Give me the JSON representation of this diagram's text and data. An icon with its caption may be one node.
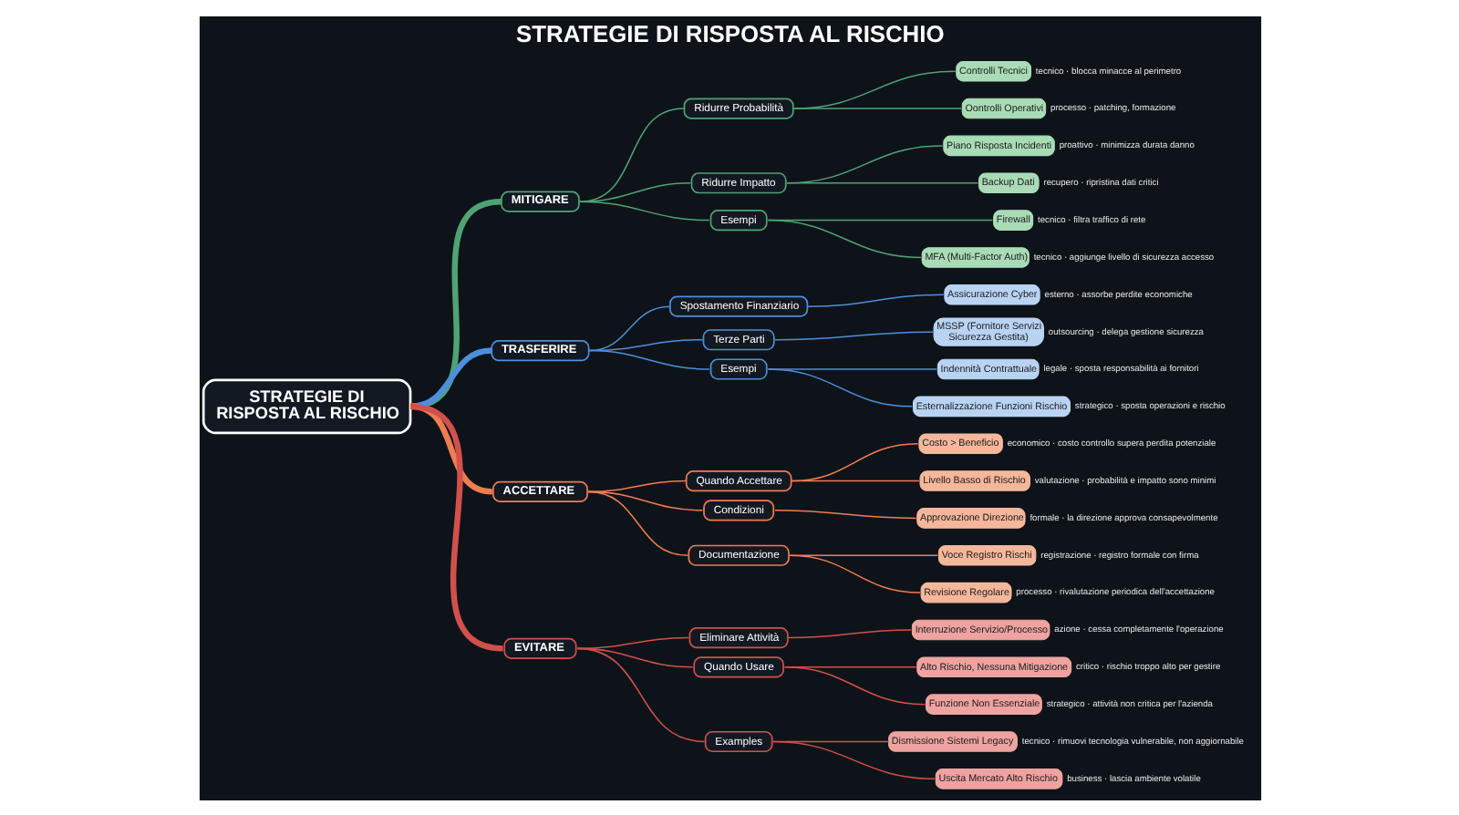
{
  "diagram": {
    "title": "STRATEGIE DI RISPOSTA AL RISCHIO",
    "nodes": [
      {
        "text": [
          "STRATEGIE DI RISPOSTA AL RISCHIO"
        ]
      },
      {
        "text": [
          "MITIGARE"
        ]
      },
      {
        "text": [
          "Ridurre Probabilità"
        ]
      },
      {
        "text": [
          "Controlli Tecnici"
        ],
        "beside": [
          "tecnico · blocca minacce al perimetro"
        ]
      },
      {
        "text": [
          "Oontrolli Operativi"
        ],
        "beside": [
          "processo · patching, formazione"
        ]
      },
      {
        "text": [
          "Ridurre Impatto"
        ]
      },
      {
        "text": [
          "Piano Risposta Incidenti"
        ],
        "beside": [
          "proattivo · minimizza durata danno"
        ]
      },
      {
        "text": [
          "Backup Dati"
        ],
        "beside": [
          "recupero · ripristina dati critici"
        ]
      },
      {
        "text": [
          "Esempi"
        ]
      },
      {
        "text": [
          "Firewall"
        ],
        "beside": [
          "tecnico · filtra traffico di rete"
        ]
      },
      {
        "text": [
          "MFA (Multi-Factor Auth)"
        ],
        "beside": [
          "tecnico · aggiunge livello di sicurezza accesso"
        ]
      },
      {
        "text": [
          "TRASFERIRE"
        ]
      },
      {
        "text": [
          "Spostamento Finanziario"
        ]
      },
      {
        "text": [
          "Assicurazione Cyber"
        ],
        "beside": [
          "esterno · assorbe perdite economiche"
        ]
      },
      {
        "text": [
          "Terze Parti"
        ]
      },
      {
        "text": [
          "MSSP (Fornitore Servizi Sicurezza Gestita)"
        ],
        "beside": [
          "outsourcing · delega gestione sicurezza"
        ]
      },
      {
        "text": [
          "Esempi"
        ]
      },
      {
        "text": [
          "Indennità Contrattuale"
        ],
        "beside": [
          "legale · sposta responsabilità ai fornitori"
        ]
      },
      {
        "text": [
          "Esternalizzazione Funzioni Rischio"
        ],
        "beside": [
          "strategico · sposta operazioni e rischio"
        ]
      },
      {
        "text": [
          "ACCETTARE"
        ]
      },
      {
        "text": [
          "Quando Accettare"
        ]
      },
      {
        "text": [
          "Costo > Beneficio"
        ],
        "beside": [
          "economico · costo controllo supera perdita potenziale"
        ]
      },
      {
        "text": [
          "Livello Basso di Rischio"
        ],
        "beside": [
          "valutazione · probabilità e impatto sono minimi"
        ]
      },
      {
        "text": [
          "Condizioni"
        ]
      },
      {
        "text": [
          "Approvazione Direzione"
        ],
        "beside": [
          "formale · la direzione approva consapevolmente"
        ]
      },
      {
        "text": [
          "Documentazione"
        ]
      },
      {
        "text": [
          "Voce Registro Rischi"
        ],
        "beside": [
          "registrazione · registro formale con firma"
        ]
      },
      {
        "text": [
          "Revisione Regolare"
        ],
        "beside": [
          "processo · rivalutazione periodica dell'accettazione"
        ]
      },
      {
        "text": [
          "EVITARE"
        ]
      },
      {
        "text": [
          "Eliminare Attività"
        ]
      },
      {
        "text": [
          "Interruzione Servizio/Processo"
        ],
        "beside": [
          "azione · cessa completamente l'operazione"
        ]
      },
      {
        "text": [
          "Quando Usare"
        ]
      },
      {
        "text": [
          "Alto Rischio, Nessuna Mitigazione"
        ],
        "beside": [
          "critico · rischio troppo alto per gestire"
        ]
      },
      {
        "text": [
          "Funzione Non Essenziale"
        ],
        "beside": [
          "strategico · attività non critica per l'azienda"
        ]
      },
      {
        "text": [
          "Examples"
        ]
      },
      {
        "text": [
          "Dismissione Sistemi Legacy"
        ],
        "beside": [
          "tecnico · rimuovi tecnologia vulnerabile, non aggiornabile"
        ]
      },
      {
        "text": [
          "Uscita Mercato Alto Rischio"
        ],
        "beside": [
          "business · lascia ambiente volatile"
        ]
      }
    ],
    "edges": [
      {
        "from": 0,
        "to": 1,
        "arrow": "none",
        "style": "thick",
        "color": "#4fa374"
      },
      {
        "from": 1,
        "to": 2,
        "arrow": "none",
        "color": "#4fa374"
      },
      {
        "from": 2,
        "to": 3,
        "arrow": "none",
        "color": "#4fa374"
      },
      {
        "from": 2,
        "to": 4,
        "arrow": "none",
        "color": "#4fa374"
      },
      {
        "from": 1,
        "to": 5,
        "arrow": "none",
        "color": "#4fa374"
      },
      {
        "from": 5,
        "to": 6,
        "arrow": "none",
        "color": "#4fa374"
      },
      {
        "from": 5,
        "to": 7,
        "arrow": "none",
        "color": "#4fa374"
      },
      {
        "from": 1,
        "to": 8,
        "arrow": "none",
        "color": "#4fa374"
      },
      {
        "from": 8,
        "to": 9,
        "arrow": "none",
        "color": "#4fa374"
      },
      {
        "from": 8,
        "to": 10,
        "arrow": "none",
        "color": "#4fa374"
      },
      {
        "from": 0,
        "to": 11,
        "arrow": "none",
        "style": "thick",
        "color": "#4d8fdc"
      },
      {
        "from": 11,
        "to": 12,
        "arrow": "none",
        "color": "#4d8fdc"
      },
      {
        "from": 12,
        "to": 13,
        "arrow": "none",
        "color": "#4d8fdc"
      },
      {
        "from": 11,
        "to": 14,
        "arrow": "none",
        "color": "#4d8fdc"
      },
      {
        "from": 14,
        "to": 15,
        "arrow": "none",
        "color": "#4d8fdc"
      },
      {
        "from": 11,
        "to": 16,
        "arrow": "none",
        "color": "#4d8fdc"
      },
      {
        "from": 16,
        "to": 17,
        "arrow": "none",
        "color": "#4d8fdc"
      },
      {
        "from": 16,
        "to": 18,
        "arrow": "none",
        "color": "#4d8fdc"
      },
      {
        "from": 0,
        "to": 19,
        "arrow": "none",
        "style": "thick",
        "color": "#ef7d52"
      },
      {
        "from": 19,
        "to": 20,
        "arrow": "none",
        "color": "#ef7d52"
      },
      {
        "from": 20,
        "to": 21,
        "arrow": "none",
        "color": "#ef7d52"
      },
      {
        "from": 20,
        "to": 22,
        "arrow": "none",
        "color": "#ef7d52"
      },
      {
        "from": 19,
        "to": 23,
        "arrow": "none",
        "color": "#ef7d52"
      },
      {
        "from": 23,
        "to": 24,
        "arrow": "none",
        "color": "#ef7d52"
      },
      {
        "from": 19,
        "to": 25,
        "arrow": "none",
        "color": "#ef7d52"
      },
      {
        "from": 25,
        "to": 26,
        "arrow": "none",
        "color": "#ef7d52"
      },
      {
        "from": 25,
        "to": 27,
        "arrow": "none",
        "color": "#ef7d52"
      },
      {
        "from": 0,
        "to": 28,
        "arrow": "none",
        "style": "thick",
        "color": "#d2504c"
      },
      {
        "from": 28,
        "to": 29,
        "arrow": "none",
        "color": "#d2504c"
      },
      {
        "from": 29,
        "to": 30,
        "arrow": "none",
        "color": "#d2504c"
      },
      {
        "from": 28,
        "to": 31,
        "arrow": "none",
        "color": "#d2504c"
      },
      {
        "from": 31,
        "to": 32,
        "arrow": "none",
        "color": "#d2504c"
      },
      {
        "from": 31,
        "to": 33,
        "arrow": "none",
        "color": "#d2504c"
      },
      {
        "from": 28,
        "to": 34,
        "arrow": "none",
        "color": "#d2504c"
      },
      {
        "from": 34,
        "to": 35,
        "arrow": "none",
        "color": "#d2504c"
      },
      {
        "from": 34,
        "to": 36,
        "arrow": "none",
        "color": "#d2504c"
      }
    ]
  }
}
